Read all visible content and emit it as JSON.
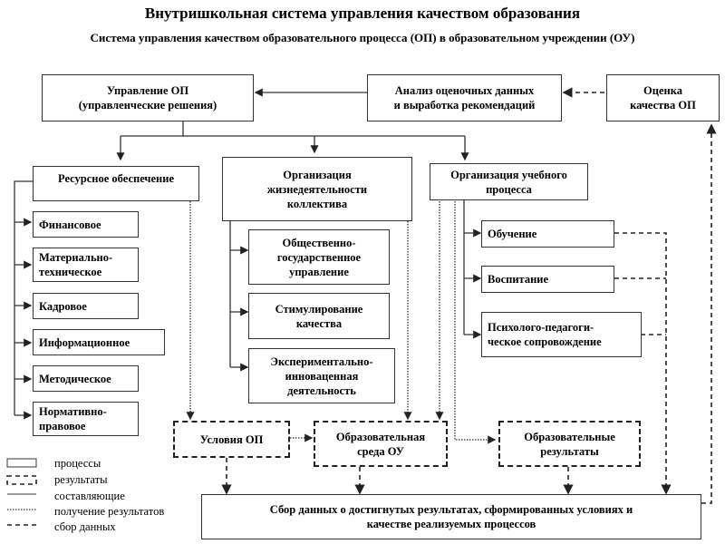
{
  "title": "Внутришкольная система управления качеством образования",
  "subtitle": "Система управления качеством образовательного процесса (ОП) в образовательном учреждении (ОУ)",
  "boxes": {
    "management": "Управление ОП\n(управленческие решения)",
    "analysis": "Анализ оценочных данных\nи выработка рекомендаций",
    "evaluation": "Оценка\nкачества ОП",
    "resources": "Ресурсное обеспечение",
    "life_org": "Организация\nжизнедеятельности\nколлектива",
    "edu_org": "Организация учебного\nпроцесса",
    "collection": "Сбор данных о достигнутых результатах,  сформированных условиях и\nкачестве реализуемых процессов"
  },
  "resource_items": [
    "Финансовое",
    "Материально-\nтехническое",
    "Кадровое",
    "Информационное",
    "Методическое",
    "Нормативно-\nправовое"
  ],
  "life_items": [
    "Общественно-\nгосударственное\nуправление",
    "Стимулирование\nкачества",
    "Экспериментально-\nинноваценная\nдеятельность"
  ],
  "edu_items": [
    "Обучение",
    "Воспитание",
    "Психолого-педагоги-\nческое сопровождение"
  ],
  "results": {
    "conditions": "Условия ОП",
    "environment": "Образовательная\nсреда ОУ",
    "outcomes": "Образовательные\nрезультаты"
  },
  "legend": [
    {
      "kind": "process",
      "label": "процессы"
    },
    {
      "kind": "result",
      "label": "результаты"
    },
    {
      "kind": "component",
      "label": "составляющие"
    },
    {
      "kind": "obtain",
      "label": "получение результатов"
    },
    {
      "kind": "collect",
      "label": "сбор данных"
    }
  ]
}
